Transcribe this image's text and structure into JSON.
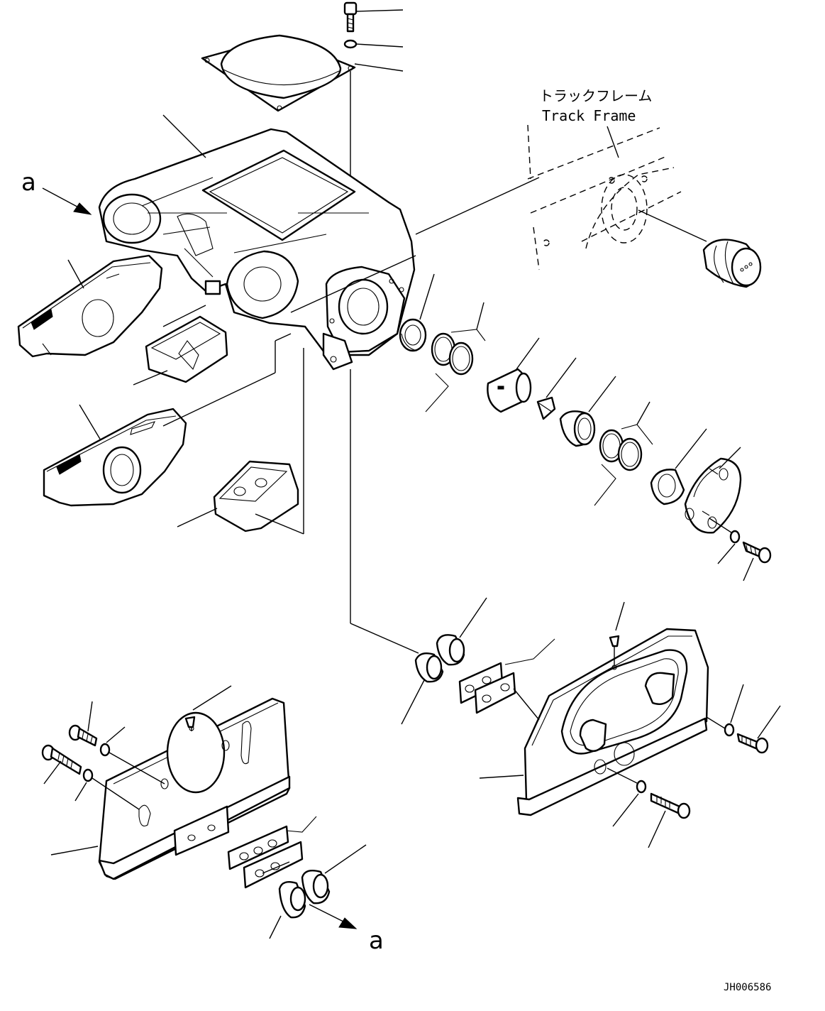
{
  "track_frame_label_jp": "トラックフレーム",
  "track_frame_label_en": "Track Frame",
  "view_marker_top": "a",
  "view_marker_bottom": "a",
  "drawing_number": "JH006586"
}
